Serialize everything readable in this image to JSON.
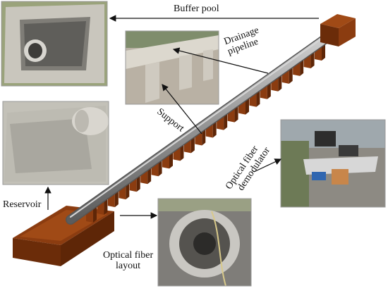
{
  "labels": {
    "buffer_pool": "Buffer pool",
    "drainage_line1": "Drainage",
    "drainage_line2": "pipeline",
    "support": "Support",
    "optical_demod_line1": "Optical fiber",
    "optical_demod_line2": "demodulator",
    "reservoir": "Reservoir",
    "optical_layout_line1": "Optical fiber",
    "optical_layout_line2": "layout"
  },
  "colors": {
    "support_block": "#8b3c10",
    "support_block_dark": "#5e2607",
    "pipe": "#8f8f8f",
    "pipe_highlight": "#c9c9c9",
    "concrete": "#b8b6ae",
    "arrow": "#111111"
  },
  "icons": {
    "arrow": "arrow-icon"
  }
}
